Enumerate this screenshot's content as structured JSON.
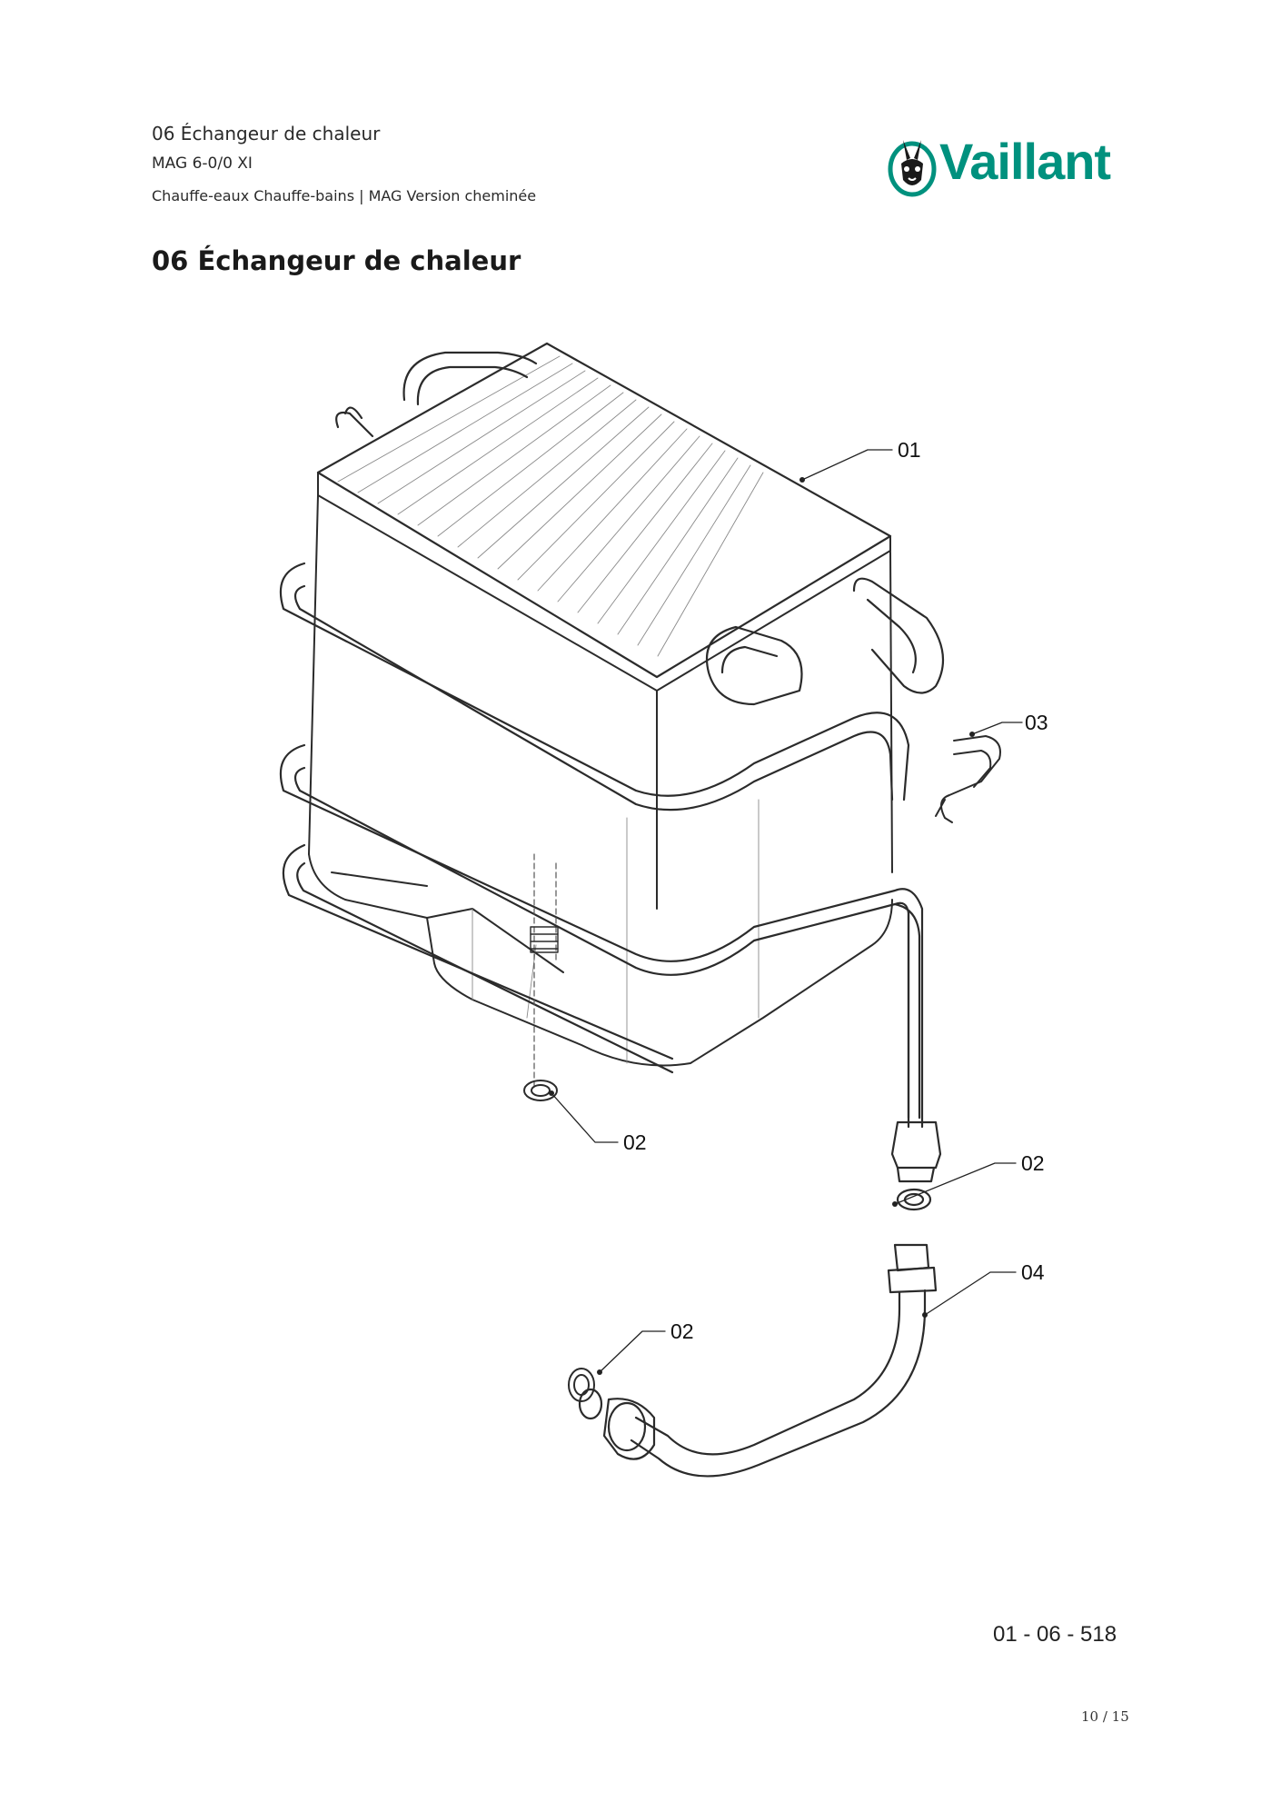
{
  "header": {
    "section": "06 Échangeur de chaleur",
    "model": "MAG 6-0/0 XI",
    "category": "Chauffe-eaux Chauffe-bains | MAG Version cheminée"
  },
  "brand": {
    "name": "Vaillant",
    "color": "#00917e",
    "icon": "hare-logo-icon"
  },
  "page_title": "06 Échangeur de chaleur",
  "callouts": {
    "c01": "01",
    "c02a": "02",
    "c02b": "02",
    "c02c": "02",
    "c03": "03",
    "c04": "04"
  },
  "drawing_ref": "01 - 06 - 518",
  "page_number": "10 / 15"
}
